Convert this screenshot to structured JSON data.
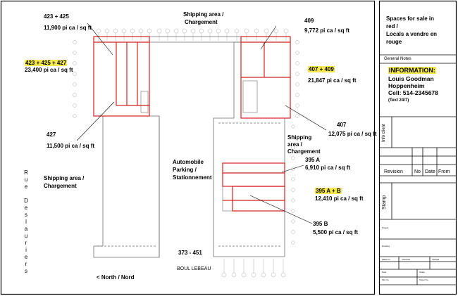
{
  "labels": {
    "u423_425_id": "423 + 425",
    "u423_425_area": "11,900 pi ca / sq ft",
    "u423_425_427_id": "423 + 425 + 427",
    "u423_425_427_area": "23,400 pi ca / sq ft",
    "u427_id": "427",
    "u427_area": "11,500 pi ca / sq ft",
    "u409_id": "409",
    "u409_area": "9,772 pi ca / sq ft",
    "u407_409_id": "407 + 409",
    "u407_409_area": "21,847 pi ca / sq ft",
    "u407_id": "407",
    "u407_area": "12,075 pi ca / sq ft",
    "u395a_id": "395 A",
    "u395a_area": "6,910 pi ca / sq ft",
    "u395ab_id": "395 A + B",
    "u395ab_area": "12,410 pi ca / sq ft",
    "u395b_id": "395 B",
    "u395b_area": "5,500 pi ca / sq ft",
    "shipping_top_1": "Shipping area /",
    "shipping_top_2": "Chargement",
    "shipping_left_1": "Shipping area /",
    "shipping_left_2": "Chargement",
    "shipping_right_1": "Shipping",
    "shipping_right_2": "area /",
    "shipping_right_3": "Chargement",
    "parking_1": "Automobile",
    "parking_2": "Parking /",
    "parking_3": "Stationnement",
    "address": "373 - 451",
    "street": "BOUL LEBEAU",
    "north": "< North / Nord",
    "side_street": [
      "R",
      "u",
      "e",
      " ",
      "D",
      "e",
      "s",
      "l",
      "a",
      "u",
      "r",
      "i",
      "e",
      "r",
      "s"
    ]
  },
  "title_block": {
    "spaces_1": "Spaces for sale in",
    "spaces_2": "red /",
    "spaces_3": "Locals a vendre en",
    "spaces_4": "rouge",
    "general_notes": "General Notes",
    "info_title": "INFORMATION:",
    "contact_1": "Louis Goodman",
    "contact_2": "Hoppenheim",
    "contact_3": "Cell: 514-2345678",
    "contact_4": "(Text 24/7)",
    "info_client": "Info client",
    "revision": "Revision",
    "no": "No",
    "date": "Date",
    "from": "From",
    "stamp": "Stamp",
    "project": "Project",
    "drawing": "Drawing",
    "made_for": "Made for",
    "checked": "Checked",
    "verified": "Verified",
    "date_sm": "Date",
    "scale": "Scale",
    "file_no": "File No.",
    "sheet_no": "Sheet No."
  },
  "colors": {
    "highlight": "#f5e84c",
    "unit_outline": "#d42020",
    "plan_line": "#6e6e6e"
  }
}
